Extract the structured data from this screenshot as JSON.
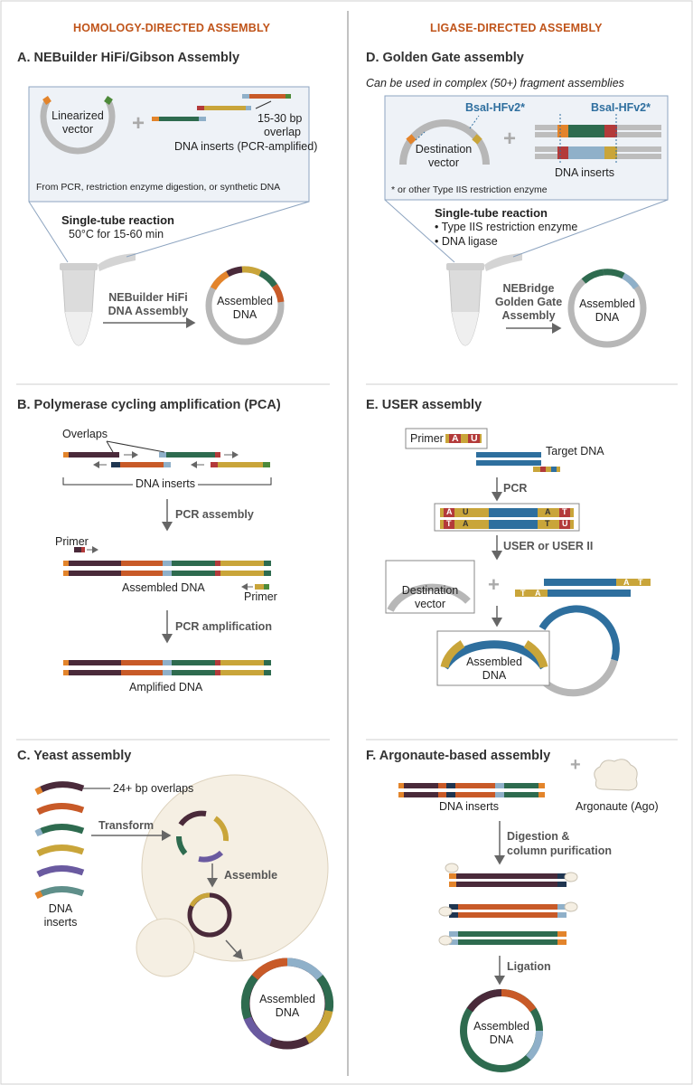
{
  "colors": {
    "header": "#c0541a",
    "blue_label": "#2f6f9f",
    "dna_palette": [
      "#e3842b",
      "#4a2a3a",
      "#c85a28",
      "#8fb0c9",
      "#2e6b4f",
      "#b33a3a",
      "#c9a53a",
      "#1f3550",
      "#6a5aa0",
      "#5f8f8a",
      "#2e6f9e"
    ],
    "panel_bg": "#eef2f7",
    "yeast": "#f5efe3",
    "vector_gray": "#b7b7b7"
  },
  "headers": {
    "left": "HOMOLOGY-DIRECTED ASSEMBLY",
    "right": "LIGASE-DIRECTED ASSEMBLY"
  },
  "panel_a": {
    "title": "A. NEBuilder HiFi/Gibson Assembly",
    "vector_label_1": "Linearized",
    "vector_label_2": "vector",
    "plus": "+",
    "overlap_1": "15-30 bp",
    "overlap_2": "overlap",
    "inserts_label": "DNA inserts (PCR-amplified)",
    "source_note": "From PCR, restriction enzyme digestion, or synthetic DNA",
    "reaction_title": "Single-tube reaction",
    "reaction_cond": "50°C for 15-60 min",
    "method_1": "NEBuilder HiFi",
    "method_2": "DNA Assembly",
    "product_1": "Assembled",
    "product_2": "DNA"
  },
  "panel_b": {
    "title": "B. Polymerase cycling amplification (PCA)",
    "overlaps": "Overlaps",
    "inserts_label": "DNA inserts",
    "step_1": "PCR assembly",
    "primer_top": "Primer",
    "assembled": "Assembled DNA",
    "primer_bottom": "Primer",
    "step_2": "PCR amplification",
    "amplified": "Amplified DNA"
  },
  "panel_c": {
    "title": "C. Yeast assembly",
    "overlaps": "24+ bp overlaps",
    "transform": "Transform",
    "assemble": "Assemble",
    "inserts_1": "DNA",
    "inserts_2": "inserts",
    "product_1": "Assembled",
    "product_2": "DNA"
  },
  "panel_d": {
    "title": "D. Golden Gate assembly",
    "subtitle": "Can be used in complex (50+) fragment assemblies",
    "enzyme_left": "BsaI-HFv2*",
    "enzyme_right": "BsaI-HFv2*",
    "vector_1": "Destination",
    "vector_2": "vector",
    "plus": "+",
    "inserts_label": "DNA inserts",
    "footnote": "* or other Type IIS restriction enzyme",
    "reaction_title": "Single-tube reaction",
    "bullet_1": "• Type IIS restriction enzyme",
    "bullet_2": "• DNA ligase",
    "method_1": "NEBridge",
    "method_2": "Golden Gate",
    "method_3": "Assembly",
    "product_1": "Assembled",
    "product_2": "DNA"
  },
  "panel_e": {
    "title": "E. USER assembly",
    "primer": "Primer",
    "base_a": "A",
    "base_u": "U",
    "base_t": "T",
    "target": "Target DNA",
    "step_1": "PCR",
    "step_2": "USER or USER II",
    "vector_1": "Destination",
    "vector_2": "vector",
    "plus": "+",
    "product_1": "Assembled",
    "product_2": "DNA"
  },
  "panel_f": {
    "title": "F. Argonaute-based assembly",
    "plus": "+",
    "inserts_label": "DNA inserts",
    "ago_label": "Argonaute (Ago)",
    "step_1a": "Digestion &",
    "step_1b": "column purification",
    "step_2": "Ligation",
    "product_1": "Assembled",
    "product_2": "DNA"
  }
}
